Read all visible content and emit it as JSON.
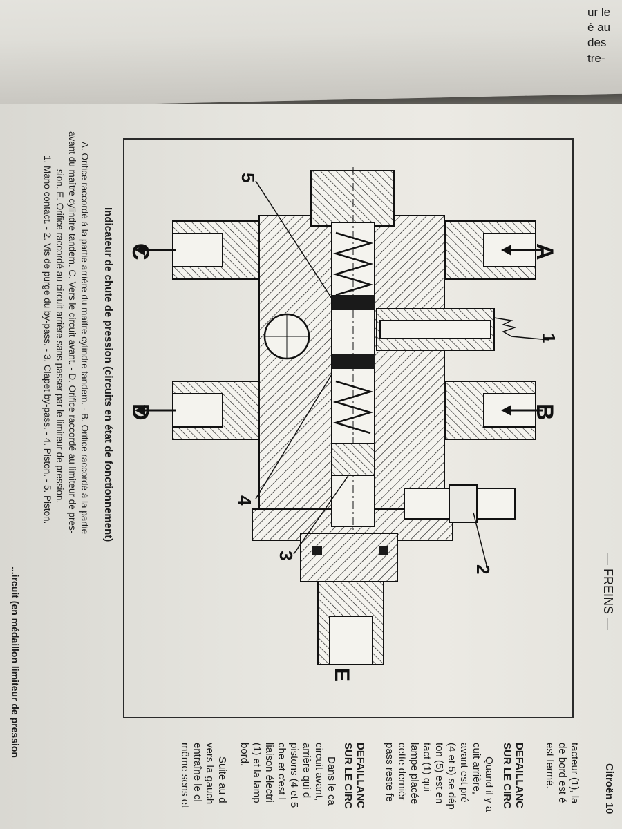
{
  "top_page": {
    "fragments": [
      "ur le",
      "é au",
      "des",
      "tre-"
    ]
  },
  "running_header": "— FREINS —",
  "figure": {
    "labels": {
      "A": "A",
      "B": "B",
      "C": "C",
      "D": "D",
      "E": "E",
      "n1": "1",
      "n2": "2",
      "n3": "3",
      "n4": "4",
      "n5": "5"
    },
    "caption_title": "Indicateur de chute de pression (circuits en état de fonctionnement)",
    "caption_lines": [
      "A. Orifice raccordé à la partie arrière du maître cylindre tandem. - B. Orifice raccordé à la partie",
      "avant du maître cylindre tandem. C. Vers le circuit avant. - D. Orifice raccordé au limiteur de pres-",
      "sion. E. Orifice raccordé au circuit arrière sans passer par le limiteur de pression.",
      "1. Mano contact. - 2. Vis de purge du by-pass. - 3. Clapet by-pass. - 4. Piston. - 5. Piston."
    ]
  },
  "right_column": {
    "header": "Citroën 10",
    "lines_a": [
      "tacteur (1), la",
      "de bord est é",
      "est fermé."
    ],
    "section1_title": [
      "DEFAILLANC",
      "SUR LE CIRC"
    ],
    "section1_lines": [
      "Quand il y a",
      "cuit arrière,",
      "avant est pré",
      "(4 et 5) se dép",
      "ton (5) est en",
      "tact (1) qui",
      "lampe placée",
      "cette dernièr",
      "pass reste fe"
    ],
    "section2_title": [
      "DEFAILLANC",
      "SUR LE CIRC"
    ],
    "section2_lines": [
      "Dans le ca",
      "circuit avant,",
      "arrière qui d",
      "pistons (4 et 5",
      "che et c'est l",
      "liaison électri",
      "(1) et la lamp",
      "bord."
    ],
    "section3_lines": [
      "Suite au d",
      "vers la gauch",
      "entraîne le cl",
      "même sens et"
    ]
  },
  "bottom_line": "...ircuit (en médaillon limiteur de pression"
}
